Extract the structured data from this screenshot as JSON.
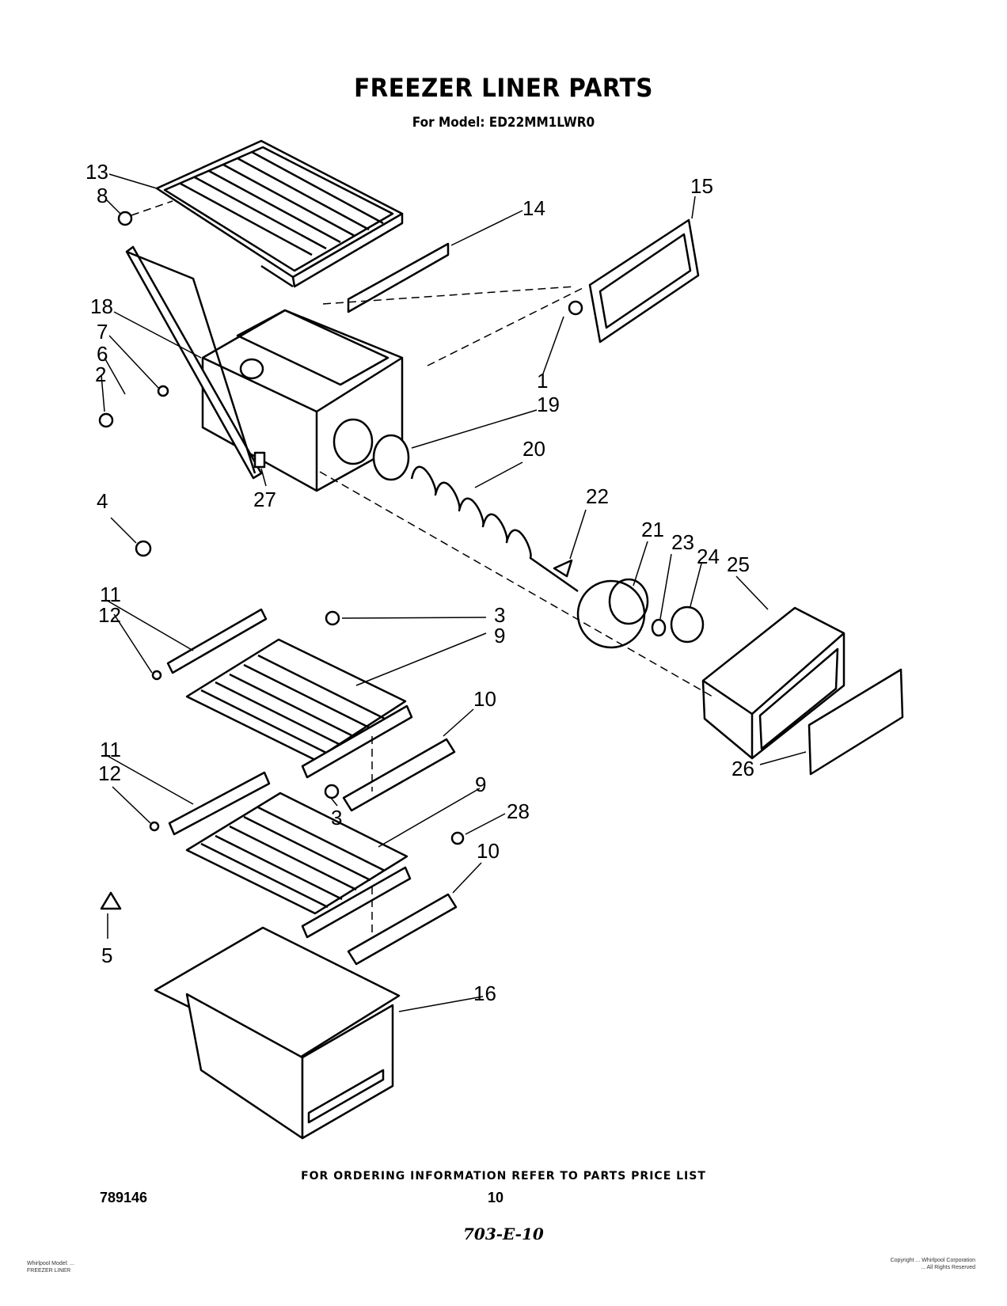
{
  "title": "FREEZER LINER PARTS",
  "subtitle": "For Model: ED22MM1LWR0",
  "footer": {
    "ordering_info": "FOR ORDERING INFORMATION REFER TO PARTS PRICE LIST",
    "document_number": "789146",
    "page_number": "10",
    "handwritten_note": "703-E-10",
    "small_left": [
      "Whirlpool Model: ...",
      "FREEZER LINER"
    ],
    "small_right": [
      "Copyright ... Whirlpool Corporation",
      "... All Rights Reserved"
    ]
  },
  "callouts": [
    "13",
    "8",
    "14",
    "15",
    "18",
    "7",
    "6",
    "2",
    "1",
    "19",
    "20",
    "27",
    "4",
    "22",
    "21",
    "23",
    "24",
    "25",
    "11",
    "12",
    "3",
    "9",
    "10",
    "11",
    "12",
    "3",
    "9",
    "28",
    "10",
    "5",
    "16",
    "26"
  ]
}
